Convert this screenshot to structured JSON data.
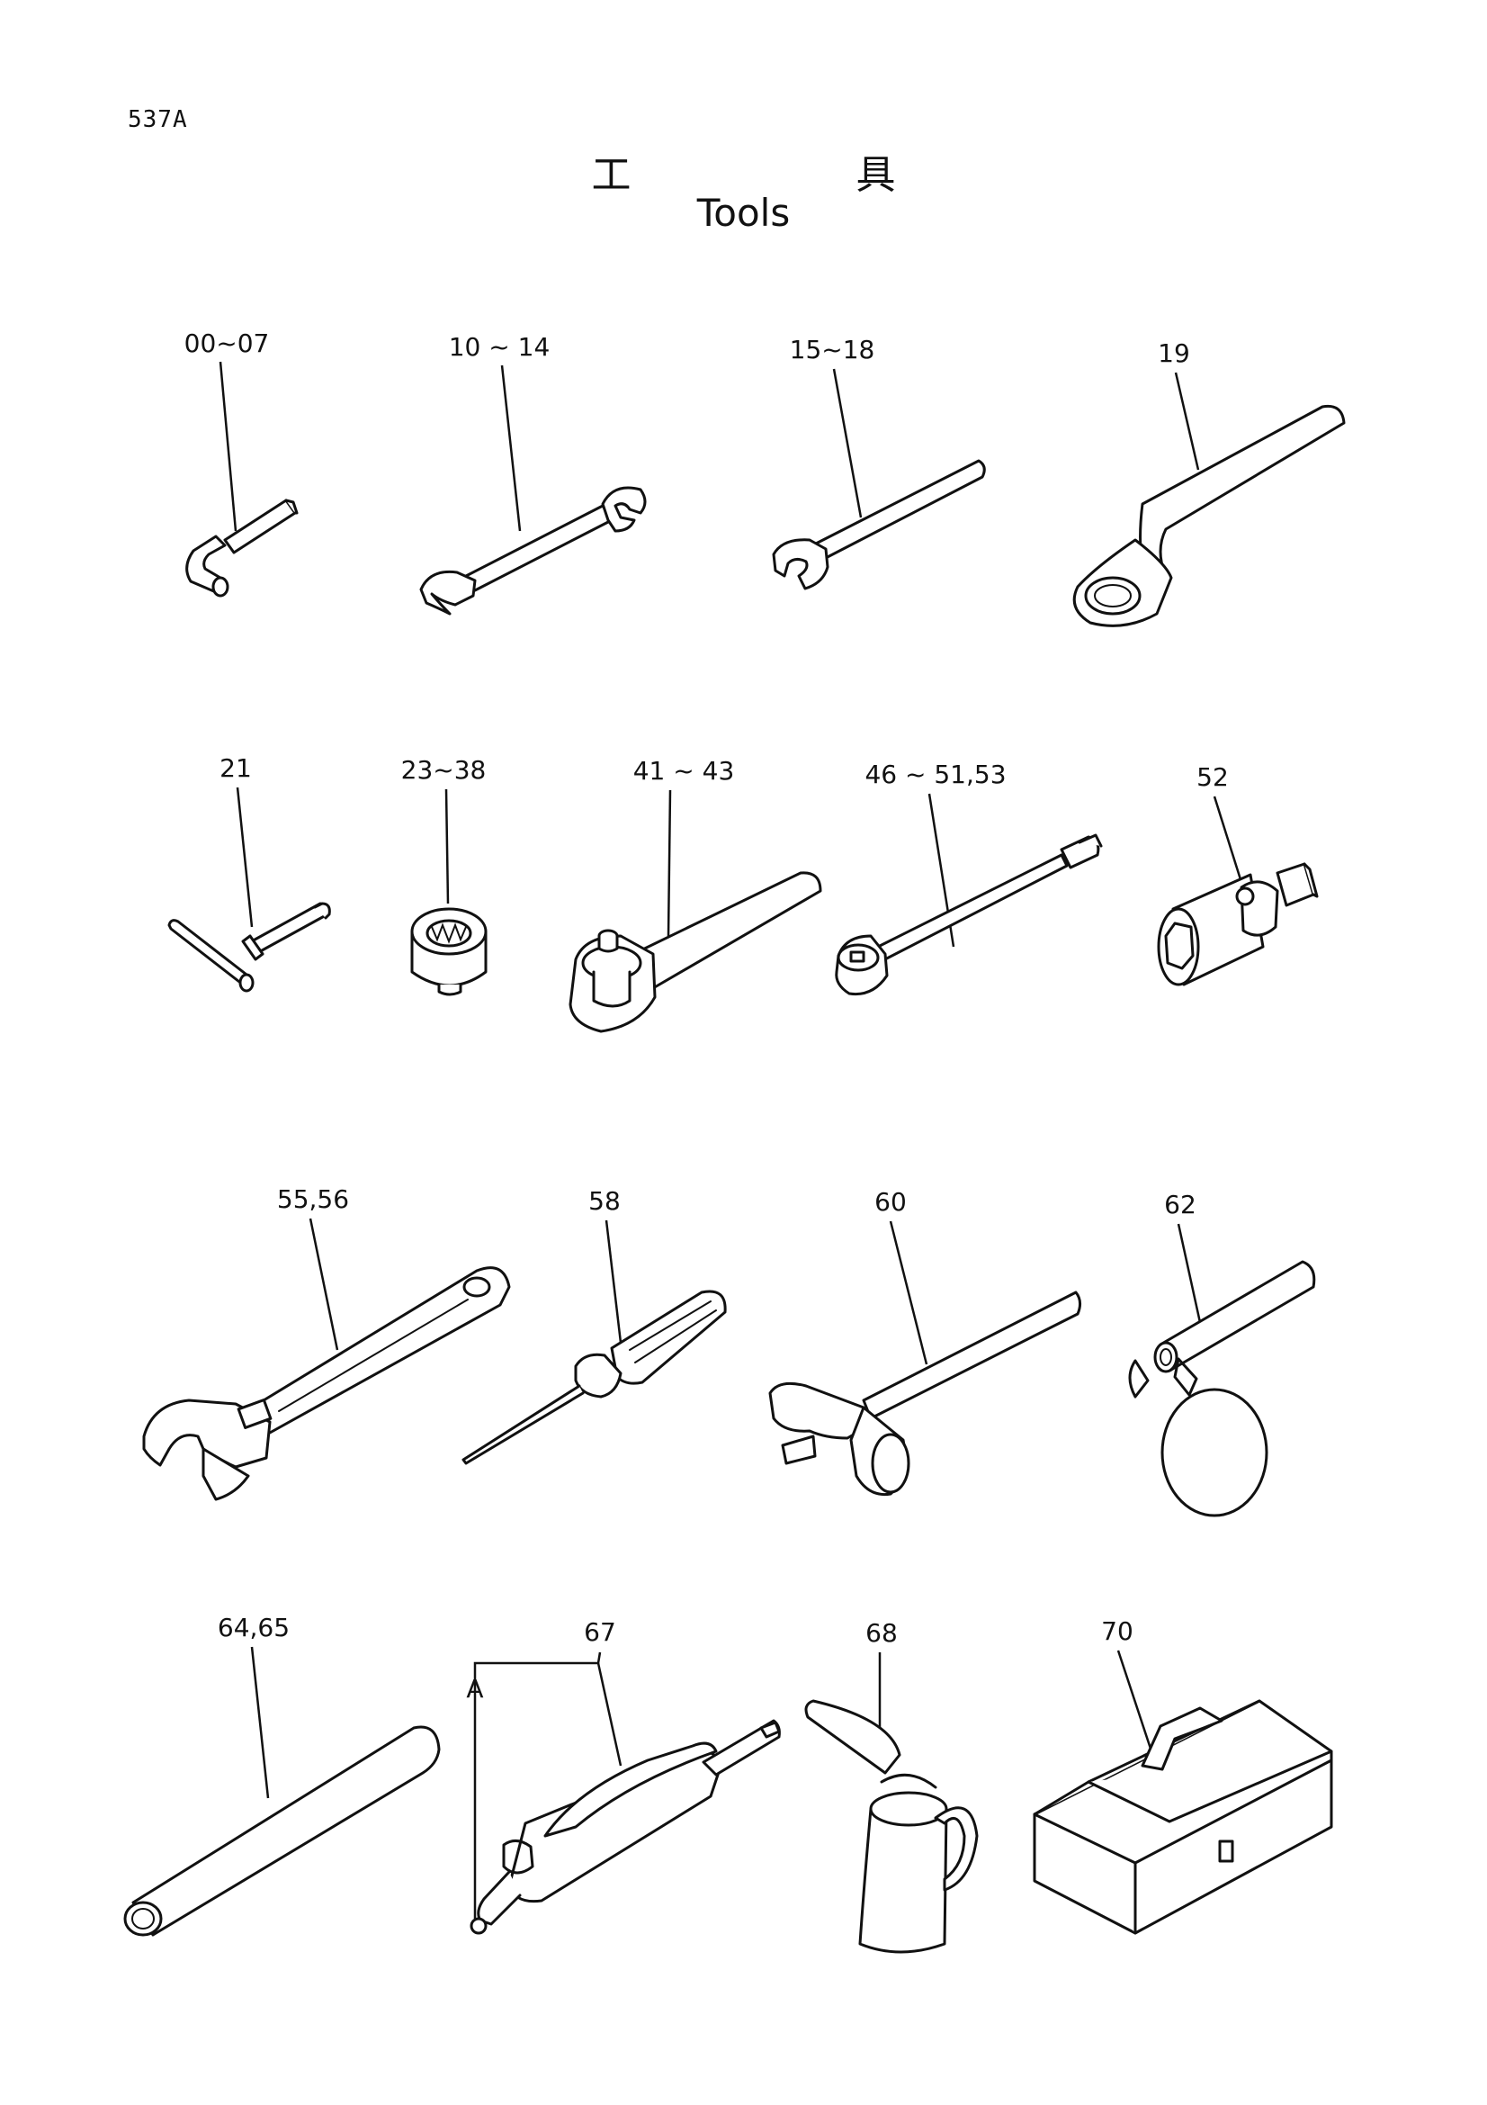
{
  "page": {
    "code": "537A",
    "title_jp": "工具",
    "title_en": "Tools"
  },
  "tools": [
    {
      "label": "00~07",
      "icon": "hex-key-icon"
    },
    {
      "label": "10 ~ 14",
      "icon": "double-open-end-wrench-icon"
    },
    {
      "label": "15~18",
      "icon": "single-open-end-wrench-icon"
    },
    {
      "label": "19",
      "icon": "offset-ring-wrench-icon"
    },
    {
      "label": "21",
      "icon": "t-handle-wrench-icon"
    },
    {
      "label": "23~38",
      "icon": "socket-icon"
    },
    {
      "label": "41 ~ 43",
      "icon": "ratchet-handle-icon"
    },
    {
      "label": "46 ~ 51,53",
      "icon": "extension-bar-icon"
    },
    {
      "label": "52",
      "icon": "universal-joint-icon"
    },
    {
      "label": "55,56",
      "icon": "adjustable-wrench-icon"
    },
    {
      "label": "58",
      "icon": "screwdriver-icon"
    },
    {
      "label": "60",
      "icon": "hammer-icon"
    },
    {
      "label": "62",
      "icon": "filter-wrench-icon"
    },
    {
      "label": "64,65",
      "icon": "pipe-icon"
    },
    {
      "label": "67",
      "icon": "grease-gun-icon"
    },
    {
      "label": "68",
      "icon": "oil-can-icon"
    },
    {
      "label": "70",
      "icon": "tool-box-icon"
    }
  ],
  "callouts": {
    "grease_gun_detail": "A"
  }
}
